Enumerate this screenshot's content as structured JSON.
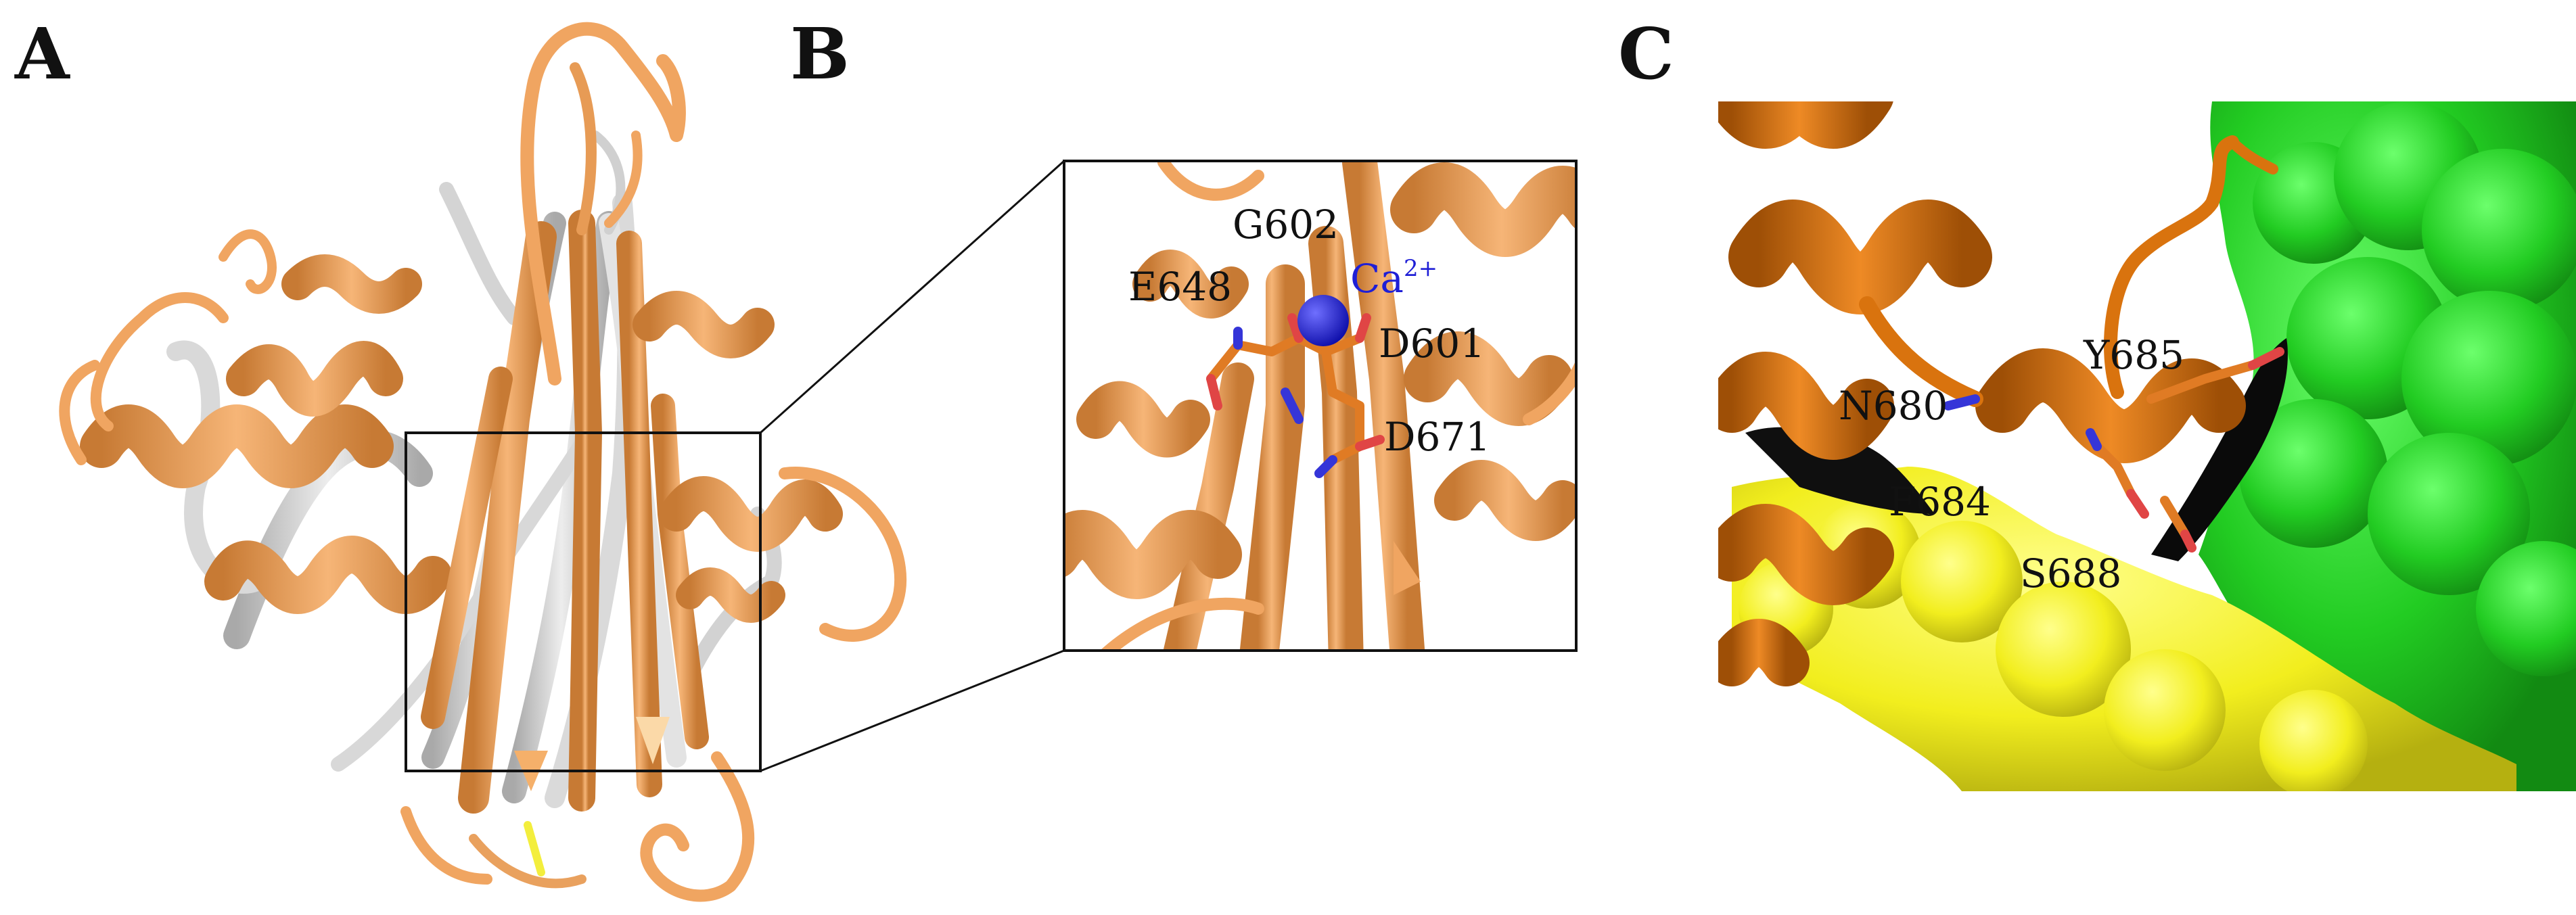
{
  "panels": {
    "a": {
      "letter": "A"
    },
    "b": {
      "letter": "B",
      "ion_label": "Ca",
      "ion_charge": "2+",
      "residues": [
        "G602",
        "E648",
        "D601",
        "D671"
      ]
    },
    "c": {
      "letter": "C",
      "residues": [
        "Y685",
        "N680",
        "F684",
        "S688"
      ]
    }
  },
  "colors": {
    "orange_ribbon": "#f0a561",
    "dark_orange_ribbon": "#d9730e",
    "grey_ribbon": "#d6d6d6",
    "calcium": "#1f1fd6",
    "green_surface": "#22cc22",
    "yellow_surface": "#f2ee1e",
    "oxygen": "#e04545",
    "nitrogen": "#3535d8"
  }
}
